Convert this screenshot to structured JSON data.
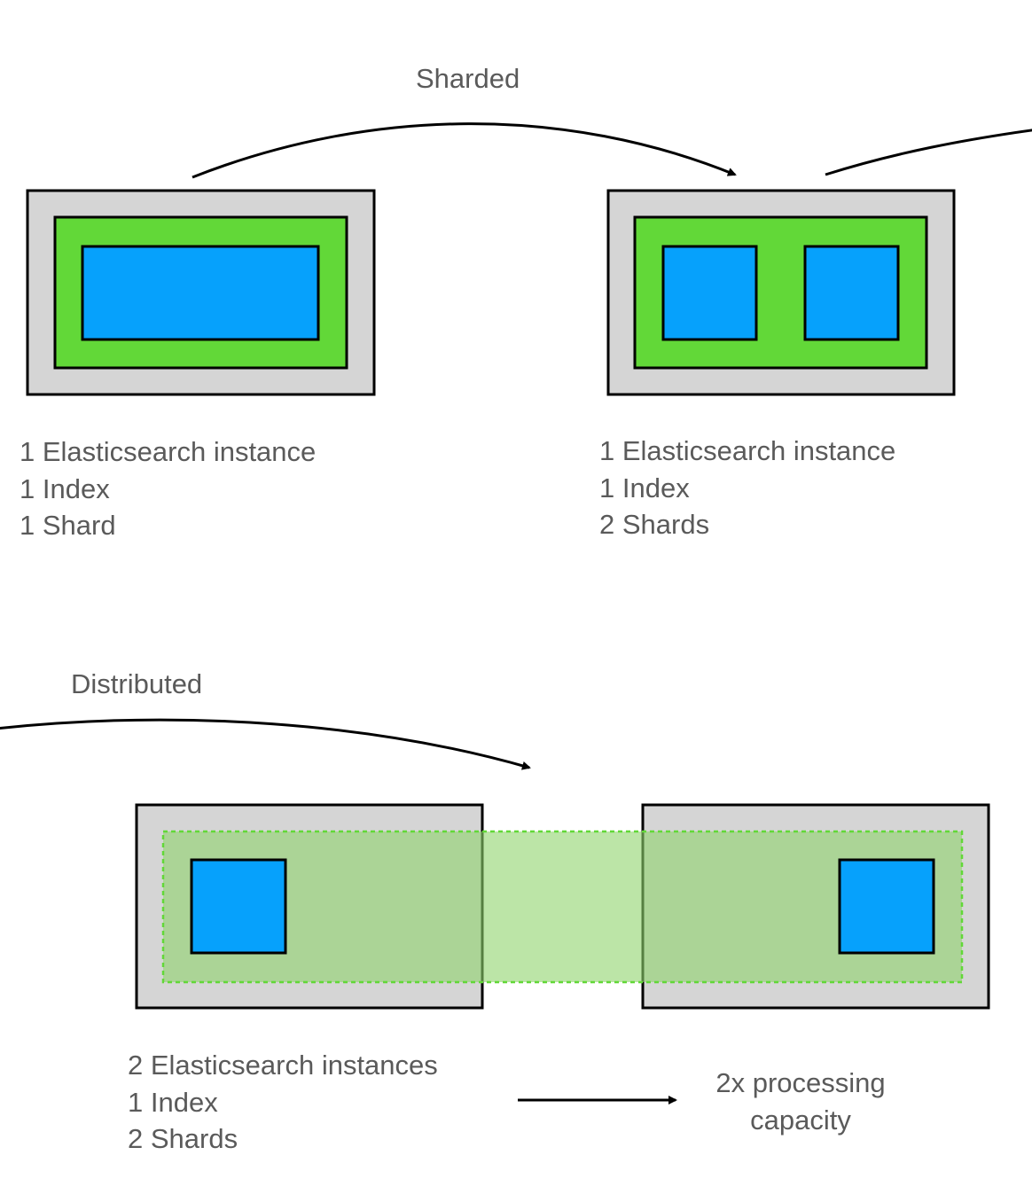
{
  "colors": {
    "instance_fill": "#d5d5d5",
    "index_fill": "#62d838",
    "shard_fill": "#06a1fc",
    "distributed_index_fill": "#8fd36c",
    "distributed_index_border": "#62d838",
    "stroke": "#000000",
    "text": "#5a5a5a"
  },
  "stage1": {
    "lines": [
      "1 Elasticsearch instance",
      "1 Index",
      "1 Shard"
    ]
  },
  "stage2": {
    "lines": [
      "1 Elasticsearch instance",
      "1 Index",
      "2 Shards"
    ]
  },
  "stage3": {
    "lines": [
      "2 Elasticsearch instances",
      "1 Index",
      "2 Shards"
    ]
  },
  "transitions": {
    "sharded": "Sharded",
    "distributed": "Distributed"
  },
  "result": {
    "lines": [
      "2x processing",
      "capacity"
    ]
  }
}
